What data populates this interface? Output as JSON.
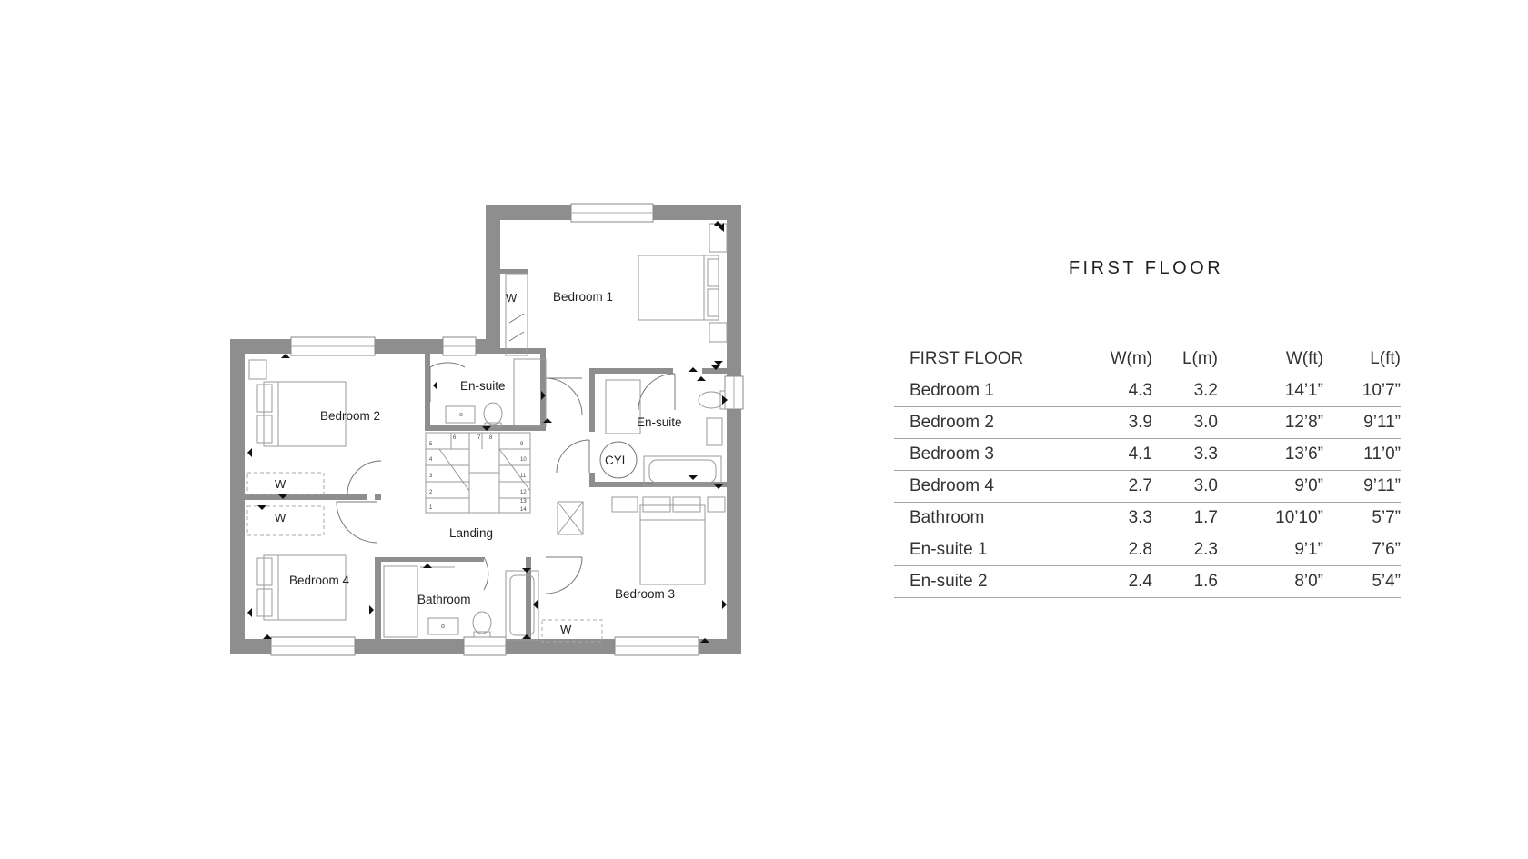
{
  "floor_title": "FIRST FLOOR",
  "plan": {
    "rooms": {
      "bedroom1": "Bedroom 1",
      "bedroom2": "Bedroom 2",
      "bedroom3": "Bedroom 3",
      "bedroom4": "Bedroom 4",
      "ensuite_a": "En-suite",
      "ensuite_b": "En-suite",
      "landing": "Landing",
      "bathroom": "Bathroom",
      "cylinder": "CYL"
    },
    "wardrobe": "W",
    "stair_steps": [
      "1",
      "2",
      "3",
      "4",
      "5",
      "6",
      "7",
      "8",
      "9",
      "10",
      "11",
      "12",
      "13",
      "14"
    ]
  },
  "table": {
    "headers": [
      "FIRST FLOOR",
      "W(m)",
      "L(m)",
      "W(ft)",
      "L(ft)"
    ],
    "rows": [
      [
        "Bedroom 1",
        "4.3",
        "3.2",
        "14’1”",
        "10’7”"
      ],
      [
        "Bedroom 2",
        "3.9",
        "3.0",
        "12’8”",
        "9’11”"
      ],
      [
        "Bedroom 3",
        "4.1",
        "3.3",
        "13’6”",
        "11’0”"
      ],
      [
        "Bedroom 4",
        "2.7",
        "3.0",
        "9’0”",
        "9’11”"
      ],
      [
        "Bathroom",
        "3.3",
        "1.7",
        "10’10”",
        "5’7”"
      ],
      [
        "En-suite 1",
        "2.8",
        "2.3",
        "9’1”",
        "7’6”"
      ],
      [
        "En-suite 2",
        "2.4",
        "1.6",
        "8’0”",
        "5’4”"
      ]
    ]
  },
  "colors": {
    "wall": "#8e8e8e",
    "line": "#777777",
    "text": "#222222"
  }
}
